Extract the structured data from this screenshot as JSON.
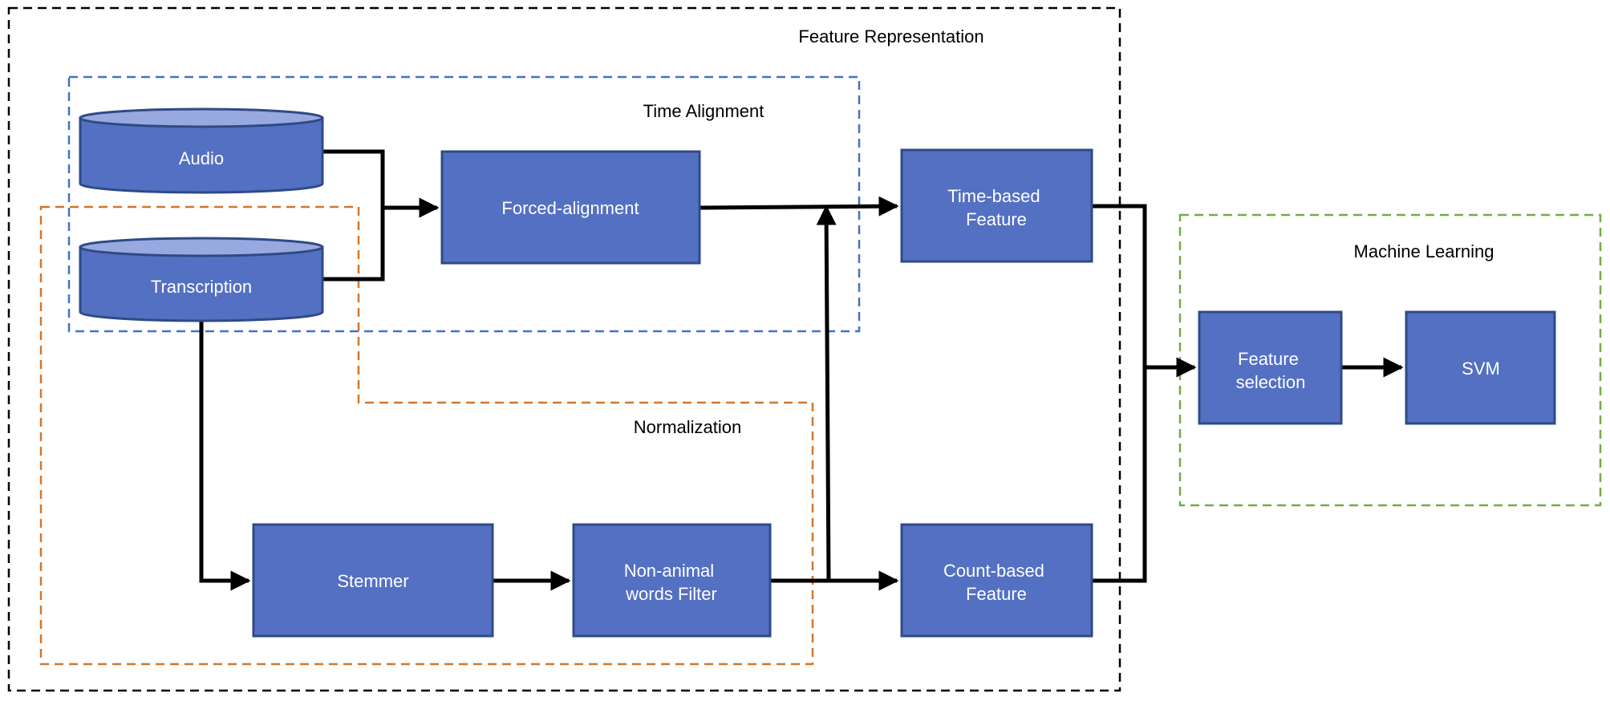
{
  "colors": {
    "node_fill": "#5470c2",
    "cylinder_top": "#97a9df",
    "feature_border": "#000000",
    "time_border": "#4472c4",
    "norm_border": "#d2772b",
    "ml_border": "#70ad47"
  },
  "groups": {
    "feature": "Feature Representation",
    "time": "Time Alignment",
    "norm": "Normalization",
    "ml": "Machine Learning"
  },
  "nodes": {
    "audio": "Audio",
    "transcription": "Transcription",
    "forced": "Forced-alignment",
    "time_feature": [
      "Time-based",
      "Feature"
    ],
    "stemmer": "Stemmer",
    "filter": [
      "Non-animal",
      "words Filter"
    ],
    "count_feature": [
      "Count-based",
      "Feature"
    ],
    "feature_selection": [
      "Feature",
      "selection"
    ],
    "svm": "SVM"
  }
}
